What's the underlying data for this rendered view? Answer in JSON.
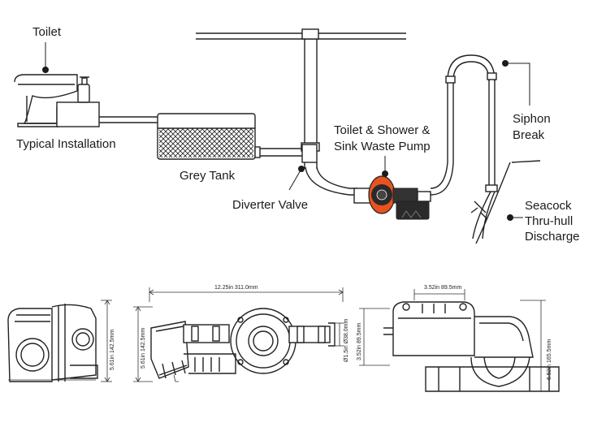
{
  "labels": {
    "toilet": "Toilet",
    "typical_installation": "Typical Installation",
    "grey_tank": "Grey Tank",
    "diverter_valve": "Diverter Valve",
    "pump_line1": "Toilet & Shower &",
    "pump_line2": "Sink Waste Pump",
    "siphon_line1": "Siphon",
    "siphon_line2": "Break",
    "seacock_line1": "Seacock",
    "seacock_line2": "Thru-hull",
    "seacock_line3": "Discharge"
  },
  "dimensions": {
    "side_height": "5.61in 142.5mm",
    "front_length": "12.25in 311.0mm",
    "front_height": "5.61in 142.5mm",
    "front_port": "Ø1.5in Ø38.0mm",
    "top_width": "3.52in 89.5mm",
    "top_depth": "3.52in 89.5mm",
    "top_height": "6.52in 165.5mm"
  },
  "colors": {
    "line": "#222222",
    "pump_accent": "#e8531f",
    "pump_dark": "#2a2a2a"
  }
}
